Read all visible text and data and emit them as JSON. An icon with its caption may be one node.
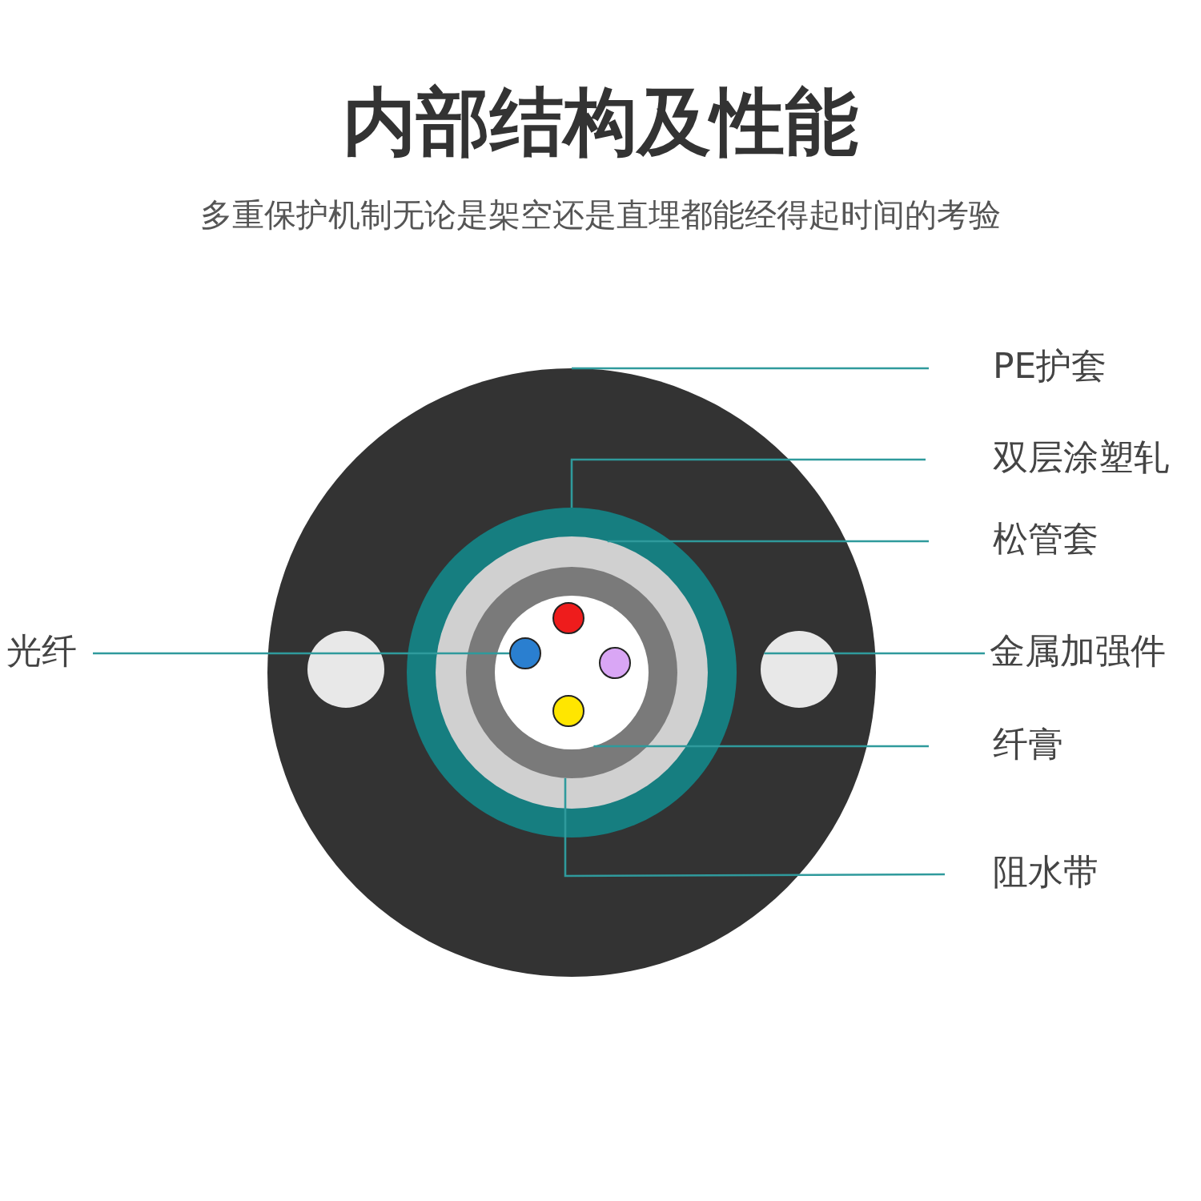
{
  "diagram": {
    "title": "内部结构及性能",
    "nodes": [
      {
        "text": [
          "PE护套"
        ]
      },
      {
        "text": [
          "双层涂塑轧"
        ]
      },
      {
        "text": [
          "松管套"
        ]
      },
      {
        "text": [
          "光纤"
        ]
      },
      {
        "text": [
          "金属加强件"
        ]
      },
      {
        "text": [
          "纤膏"
        ]
      },
      {
        "text": [
          "阻水带"
        ]
      },
      {
        "text": [],
        "shape": "circle"
      },
      {
        "text": [],
        "shape": "circle",
        "in": 7
      },
      {
        "text": [],
        "shape": "circle",
        "in": 7
      },
      {
        "text": [],
        "shape": "circle",
        "in": 7
      },
      {
        "text": [],
        "shape": "circle",
        "in": 10
      },
      {
        "text": [],
        "shape": "circle",
        "in": 11
      },
      {
        "text": [],
        "shape": "circle",
        "in": 12
      },
      {
        "text": [],
        "shape": "circle",
        "in": 13
      },
      {
        "text": [],
        "shape": "circle",
        "in": 13
      },
      {
        "text": [],
        "shape": "circle",
        "in": 13
      },
      {
        "text": [],
        "shape": "circle",
        "in": 13
      }
    ],
    "edges": [
      {
        "from": 0,
        "to": 7,
        "arrow": "none"
      },
      {
        "from": 1,
        "to": 10,
        "arrow": "none"
      },
      {
        "from": 2,
        "to": 11,
        "arrow": "none"
      },
      {
        "from": 3,
        "to": 15,
        "arrow": "none"
      },
      {
        "from": 4,
        "to": 9,
        "arrow": "none"
      },
      {
        "from": 5,
        "to": 13,
        "arrow": "none"
      },
      {
        "from": 6,
        "to": 12,
        "arrow": "none"
      }
    ],
    "labels": [
      "多重保护机制无论是架空还是直埋都能经得起时间的考验"
    ]
  }
}
